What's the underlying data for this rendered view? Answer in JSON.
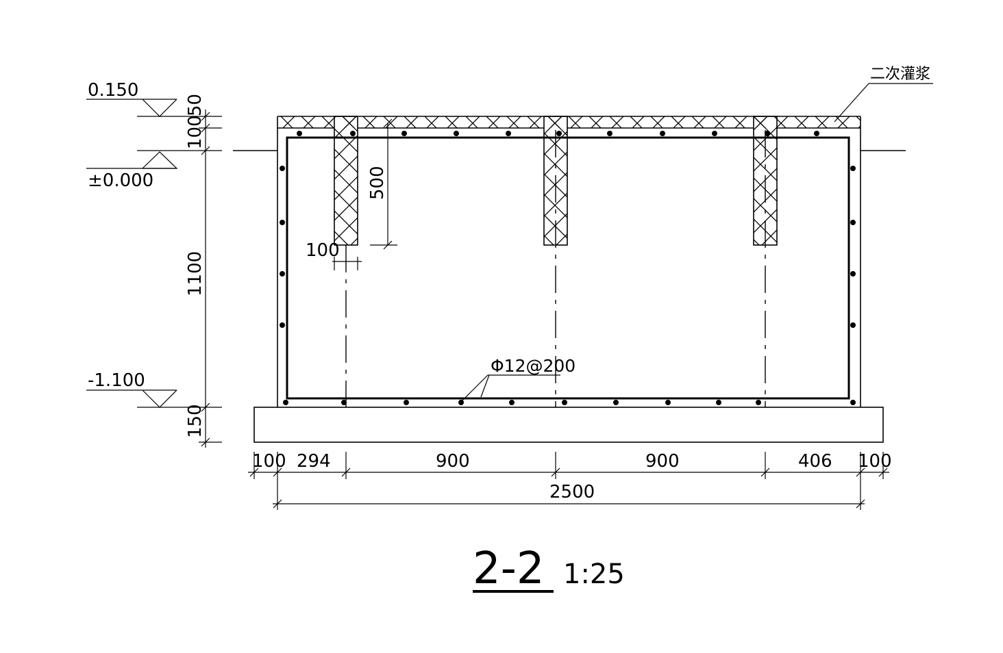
{
  "levels": {
    "top": "0.150",
    "ground": "±0.000",
    "bottom": "-1.100"
  },
  "vertical_dims": {
    "d50": "50",
    "d100": "100",
    "d1100": "1100",
    "d150": "150"
  },
  "horizontal_dims": {
    "left_wall": "100",
    "first_span": "294",
    "span_a": "900",
    "span_b": "900",
    "last_span": "406",
    "right_wall": "100",
    "total": "2500"
  },
  "detail_dims": {
    "rib_depth": "500",
    "rib_width": "100"
  },
  "annotations": {
    "grout_note": "二次灌浆",
    "rebar_note": "Φ12@200"
  },
  "title": {
    "section": "2-2",
    "scale": "1:25"
  }
}
